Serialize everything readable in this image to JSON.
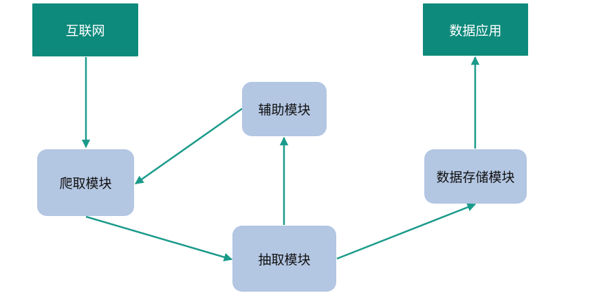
{
  "diagram": {
    "nodes": {
      "internet": {
        "label": "互联网"
      },
      "data_app": {
        "label": "数据应用"
      },
      "helper": {
        "label": "辅助模块"
      },
      "crawler": {
        "label": "爬取模块"
      },
      "storage": {
        "label": "数据存储模块"
      },
      "extract": {
        "label": "抽取模块"
      }
    },
    "edges": [
      {
        "from": "互联网",
        "to": "爬取模块"
      },
      {
        "from": "辅助模块",
        "to": "爬取模块"
      },
      {
        "from": "爬取模块",
        "to": "抽取模块"
      },
      {
        "from": "抽取模块",
        "to": "辅助模块"
      },
      {
        "from": "抽取模块",
        "to": "数据存储模块"
      },
      {
        "from": "数据存储模块",
        "to": "数据应用"
      }
    ],
    "colors": {
      "io_box": "#0e8a7c",
      "module_box": "#b3c6e2",
      "arrow": "#1a9a8a"
    }
  }
}
